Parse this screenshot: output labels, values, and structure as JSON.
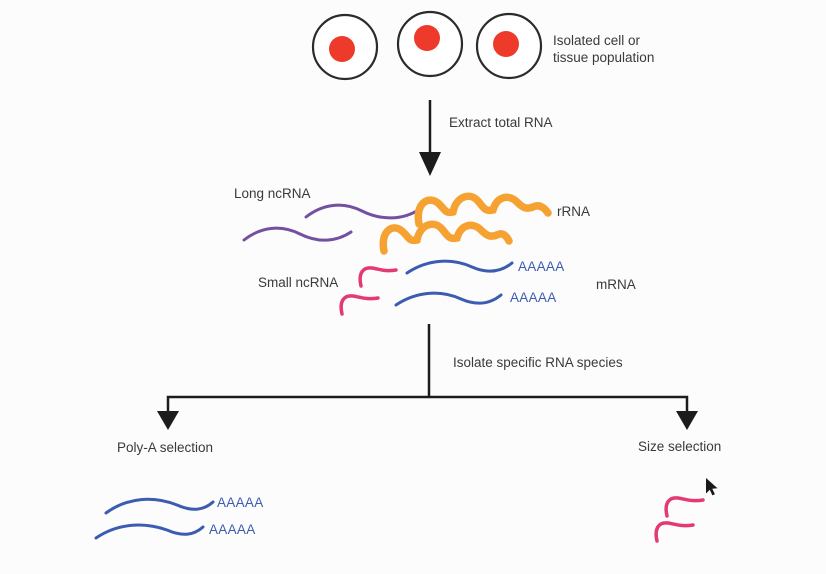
{
  "colors": {
    "background": "#fcfcfc",
    "text": "#3a3a3a",
    "arrow": "#1c1c1c",
    "cell_outline": "#2b2b2b",
    "nucleus": "#ee3a2b",
    "long_ncrna": "#7450a0",
    "rrna": "#f6a232",
    "mrna": "#3b5cb0",
    "small_ncrna": "#e43a72"
  },
  "cells": {
    "label_line1": "Isolated cell or",
    "label_line2": "tissue population"
  },
  "step_arrows": {
    "extract_label": "Extract total RNA",
    "isolate_label": "Isolate specific RNA species"
  },
  "rna_pool": {
    "long_ncrna_label": "Long ncRNA",
    "rrna_label": "rRNA",
    "small_ncrna_label": "Small ncRNA",
    "mrna_label": "mRNA",
    "polya_tail": "AAAAA"
  },
  "branches": {
    "polya_selection_label": "Poly-A selection",
    "size_selection_label": "Size selection",
    "polya_tail": "AAAAA"
  }
}
